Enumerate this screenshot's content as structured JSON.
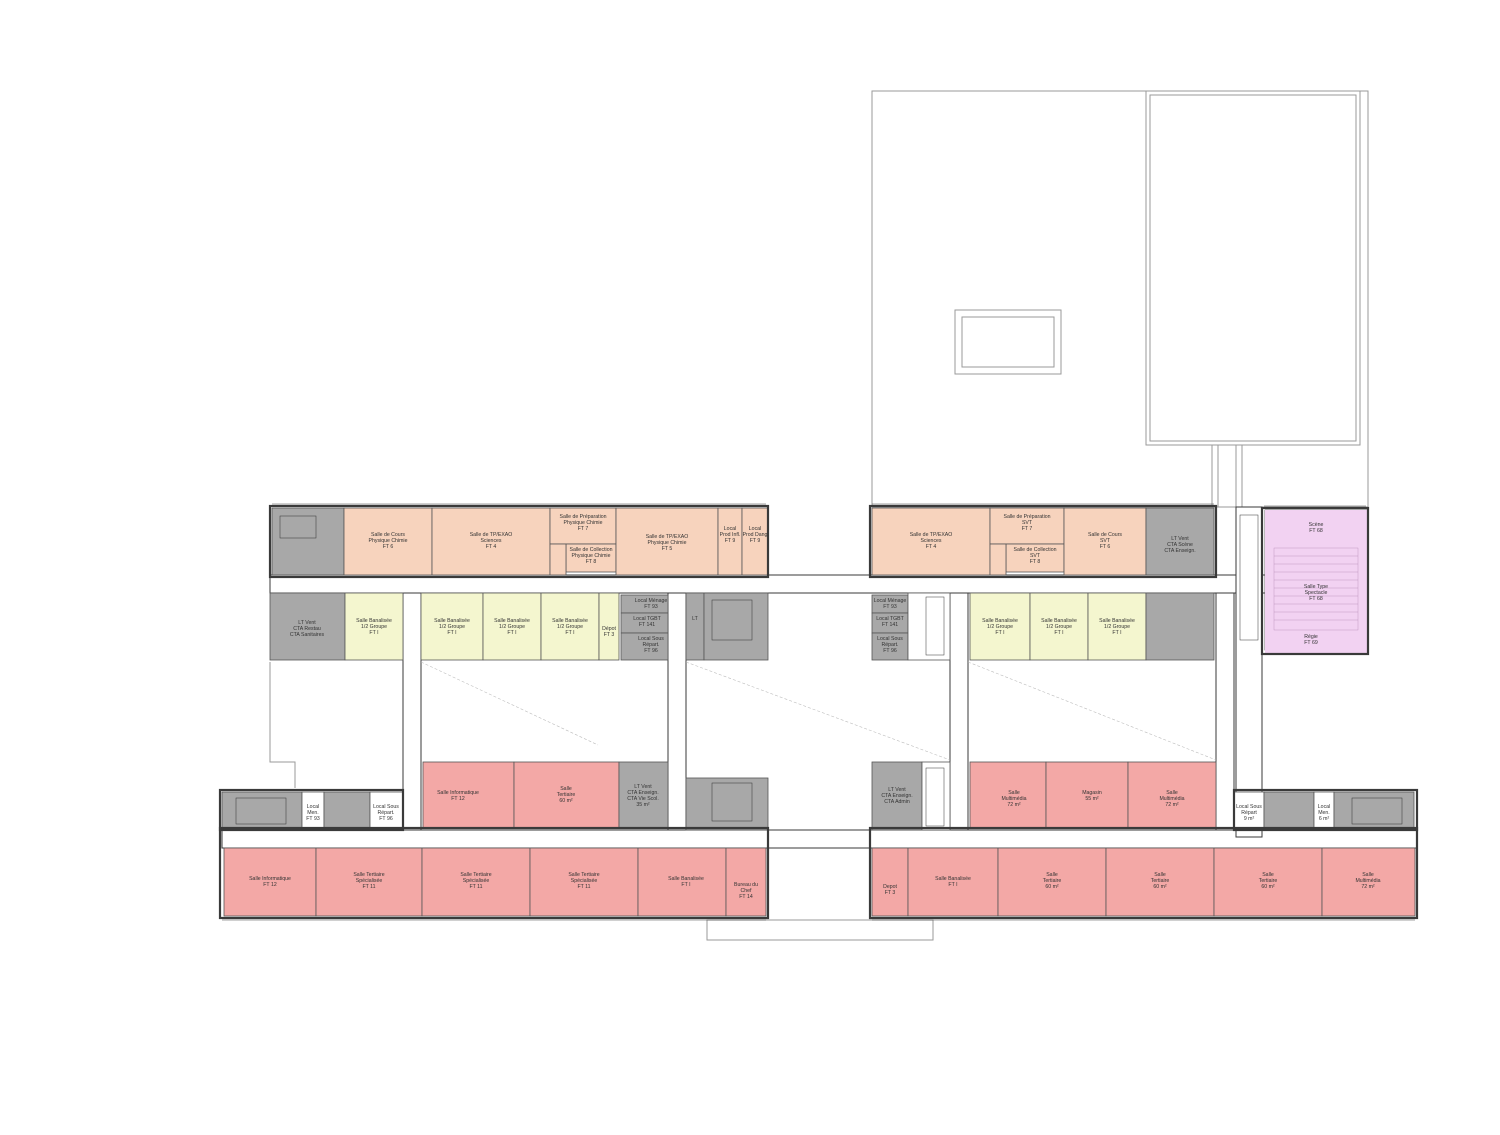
{
  "colors": {
    "peach": "#f7d3bd",
    "yellow": "#f4f6cf",
    "pink": "#f3a8a6",
    "grey": "#a8a8a8",
    "violet": "#f2d2f2",
    "wall": "#3a3a3a",
    "outline": "#9a9a9a"
  },
  "rooms": {
    "cours_physique": {
      "lines": [
        "Salle de Cours",
        "Physique Chimie",
        "FT 6"
      ]
    },
    "tp_sciences_w": {
      "lines": [
        "Salle de TP/EXAO",
        "Sciences",
        "FT 4"
      ]
    },
    "prep_physique": {
      "lines": [
        "Salle de Préparation",
        "Physique Chimie",
        "FT 7"
      ]
    },
    "coll_physique": {
      "lines": [
        "Salle de Collection",
        "Physique Chimie",
        "FT 8"
      ]
    },
    "tp_physique": {
      "lines": [
        "Salle de TP/EXAO",
        "Physique Chimie",
        "FT 5"
      ]
    },
    "local_prod_inf": {
      "lines": [
        "Local",
        "Prod Infl.",
        "FT 9"
      ]
    },
    "local_prod_dang": {
      "lines": [
        "Local",
        "Prod Dang",
        "FT 9"
      ]
    },
    "tp_sciences_e": {
      "lines": [
        "Salle de TP/EXAO",
        "Sciences",
        "FT 4"
      ]
    },
    "prep_svt": {
      "lines": [
        "Salle de Préparation",
        "SVT",
        "FT 7"
      ]
    },
    "coll_svt": {
      "lines": [
        "Salle de Collection",
        "SVT",
        "FT 8"
      ]
    },
    "cours_svt": {
      "lines": [
        "Salle de Cours",
        "SVT",
        "FT 6"
      ]
    },
    "lt_vent_scene": {
      "lines": [
        "LT Vent",
        "CTA Scène",
        "CTA Enseign."
      ]
    },
    "scene": {
      "lines": [
        "Scène",
        "FT 68"
      ]
    },
    "salle_spectacle": {
      "lines": [
        "Salle Type",
        "Spectacle",
        "FT 68"
      ]
    },
    "regie": {
      "lines": [
        "Régie",
        "FT 69"
      ]
    },
    "lt_vent_restau": {
      "lines": [
        "LT Vent",
        "CTA Restau",
        "CTA Sanitaires"
      ]
    },
    "banal_1": {
      "lines": [
        "Salle Banalisée",
        "1/2 Groupe",
        "FT I"
      ]
    },
    "banal_2": {
      "lines": [
        "Salle Banalisée",
        "1/2 Groupe",
        "FT I"
      ]
    },
    "banal_3": {
      "lines": [
        "Salle Banalisée",
        "1/2 Groupe",
        "FT I"
      ]
    },
    "banal_4": {
      "lines": [
        "Salle Banalisée",
        "1/2 Groupe",
        "FT I"
      ]
    },
    "depot_w": {
      "lines": [
        "Dépot",
        "FT 3"
      ]
    },
    "local_menage_w": {
      "lines": [
        "Local Ménage",
        "FT 93"
      ]
    },
    "local_tgbt_w": {
      "lines": [
        "Local TGBT",
        "FT 141"
      ]
    },
    "local_sous_rep_w": {
      "lines": [
        "Local Sous",
        "Répart.",
        "FT 96"
      ]
    },
    "lt_w": {
      "lines": [
        "LT"
      ]
    },
    "local_menage_e": {
      "lines": [
        "Local Ménage",
        "FT 93"
      ]
    },
    "local_tgbt_e": {
      "lines": [
        "Local TGBT",
        "FT 141"
      ]
    },
    "local_sous_rep_e": {
      "lines": [
        "Local Sous",
        "Répart.",
        "FT 96"
      ]
    },
    "banal_5": {
      "lines": [
        "Salle Banalisée",
        "1/2 Groupe",
        "FT I"
      ]
    },
    "banal_6": {
      "lines": [
        "Salle Banalisée",
        "1/2 Groupe",
        "FT I"
      ]
    },
    "banal_7": {
      "lines": [
        "Salle Banalisée",
        "1/2 Groupe",
        "FT I"
      ]
    },
    "info_ft12_mid": {
      "lines": [
        "Salle Informatique",
        "FT 12"
      ]
    },
    "tertiaire_mid_w": {
      "lines": [
        "Salle",
        "Tertiaire",
        "60 m²"
      ]
    },
    "lt_vent_vie": {
      "lines": [
        "LT Vent",
        "CTA Enseign.",
        "CTA Vie Scol.",
        "35 m²"
      ]
    },
    "lt_vent_admin": {
      "lines": [
        "LT Vent",
        "CTA Enseign.",
        "CTA Admin"
      ]
    },
    "multimedia_mid_1": {
      "lines": [
        "Salle",
        "Multimédia",
        "72 m²"
      ]
    },
    "magasin": {
      "lines": [
        "Magasin",
        "55 m²"
      ]
    },
    "multimedia_mid_2": {
      "lines": [
        "Salle",
        "Multimédia",
        "72 m²"
      ]
    },
    "local_men_w": {
      "lines": [
        "Local",
        "Men.",
        "FT 93"
      ]
    },
    "local_sous_rep_sw": {
      "lines": [
        "Local Sous",
        "Répart.",
        "FT 96"
      ]
    },
    "local_sous_rep_se": {
      "lines": [
        "Local Sous",
        "Répart",
        "9 m²"
      ]
    },
    "local_men_e": {
      "lines": [
        "Local",
        "Men.",
        "6 m²"
      ]
    },
    "info_ft12_s": {
      "lines": [
        "Salle Informatique",
        "FT 12"
      ]
    },
    "tert_spec_1": {
      "lines": [
        "Salle Tertiaire",
        "Spécialisée",
        "FT 11"
      ]
    },
    "tert_spec_2": {
      "lines": [
        "Salle Tertiaire",
        "Spécialisée",
        "FT 11"
      ]
    },
    "tert_spec_3": {
      "lines": [
        "Salle Tertiaire",
        "Spécialisée",
        "FT 11"
      ]
    },
    "banal_s_w": {
      "lines": [
        "Salle Banalisée",
        "FT I"
      ]
    },
    "bureau_chef": {
      "lines": [
        "Bureau du",
        "Chef",
        "FT 14"
      ]
    },
    "depot_s": {
      "lines": [
        "Depot",
        "FT 3"
      ]
    },
    "banal_s_e": {
      "lines": [
        "Salle Banalisée",
        "FT I"
      ]
    },
    "tertiaire_s_1": {
      "lines": [
        "Salle",
        "Tertiaire",
        "60 m²"
      ]
    },
    "tertiaire_s_2": {
      "lines": [
        "Salle",
        "Tertiaire",
        "60 m²"
      ]
    },
    "tertiaire_s_3": {
      "lines": [
        "Salle",
        "Tertiaire",
        "60 m²"
      ]
    },
    "multimedia_s": {
      "lines": [
        "Salle",
        "Multimédia",
        "72 m²"
      ]
    }
  }
}
